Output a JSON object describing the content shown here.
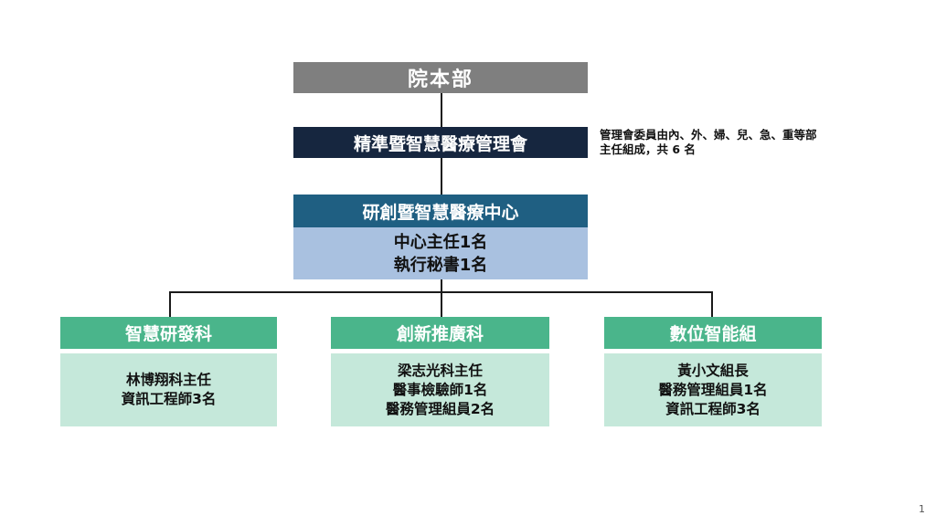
{
  "top": {
    "label": "院本部"
  },
  "committee": {
    "label": "精準暨智慧醫療管理會",
    "note_line1": "管理會委員由內、外、婦、兒、急、重等部",
    "note_line2": "主任組成，共 6 名"
  },
  "center": {
    "title": "研創暨智慧醫療中心",
    "staff": [
      "中心主任1名",
      "執行秘書1名"
    ]
  },
  "departments": [
    {
      "title": "智慧研發科",
      "staff": [
        "林博翔科主任",
        "資訊工程師3名"
      ]
    },
    {
      "title": "創新推廣科",
      "staff": [
        "梁志光科主任",
        "醫事檢驗師1名",
        "醫務管理組員2名"
      ]
    },
    {
      "title": "數位智能組",
      "staff": [
        "黃小文組長",
        "醫務管理組員1名",
        "資訊工程師3名"
      ]
    }
  ],
  "page_number": "1",
  "colors": {
    "top": "#7f7f7f",
    "committee": "#16263f",
    "center_title": "#1f5f82",
    "center_body": "#a9c1e0",
    "dept_title": "#4ab58b",
    "dept_body": "#c5e8da"
  }
}
